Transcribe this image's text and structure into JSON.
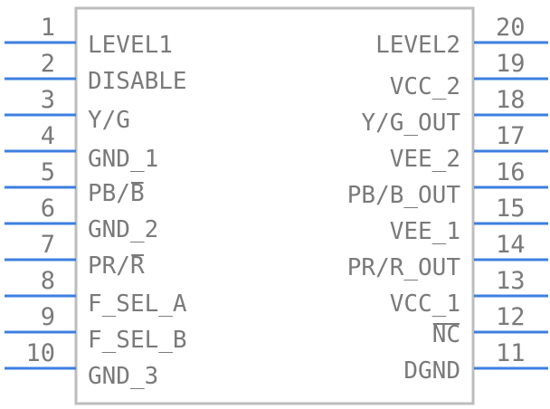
{
  "component": {
    "left_pins": [
      {
        "number": "1",
        "label": "LEVEL1",
        "overline": ""
      },
      {
        "number": "2",
        "label": "DISABLE",
        "overline": ""
      },
      {
        "number": "3",
        "label": "Y/G",
        "overline": ""
      },
      {
        "number": "4",
        "label": "GND_1",
        "overline": ""
      },
      {
        "number": "5",
        "label": "PB/B",
        "overline": "B"
      },
      {
        "number": "6",
        "label": "GND_2",
        "overline": ""
      },
      {
        "number": "7",
        "label": "PR/R",
        "overline": "R"
      },
      {
        "number": "8",
        "label": "F_SEL_A",
        "overline": ""
      },
      {
        "number": "9",
        "label": "F_SEL_B",
        "overline": ""
      },
      {
        "number": "10",
        "label": "GND_3",
        "overline": ""
      }
    ],
    "right_pins": [
      {
        "number": "20",
        "label": "LEVEL2",
        "overline": ""
      },
      {
        "number": "19",
        "label": "VCC_2",
        "overline": ""
      },
      {
        "number": "18",
        "label": "Y/G_OUT",
        "overline": ""
      },
      {
        "number": "17",
        "label": "VEE_2",
        "overline": ""
      },
      {
        "number": "16",
        "label": "PB/B_OUT",
        "overline": ""
      },
      {
        "number": "15",
        "label": "VEE_1",
        "overline": ""
      },
      {
        "number": "14",
        "label": "PR/R_OUT",
        "overline": ""
      },
      {
        "number": "13",
        "label": "VCC_1",
        "overline": ""
      },
      {
        "number": "12",
        "label": "NC",
        "overline": "NC"
      },
      {
        "number": "11",
        "label": "DGND",
        "overline": ""
      }
    ],
    "colors": {
      "pin_line": "#3d7fe0",
      "body_outline": "#bdbdbd",
      "text": "#7a7a7a"
    }
  }
}
